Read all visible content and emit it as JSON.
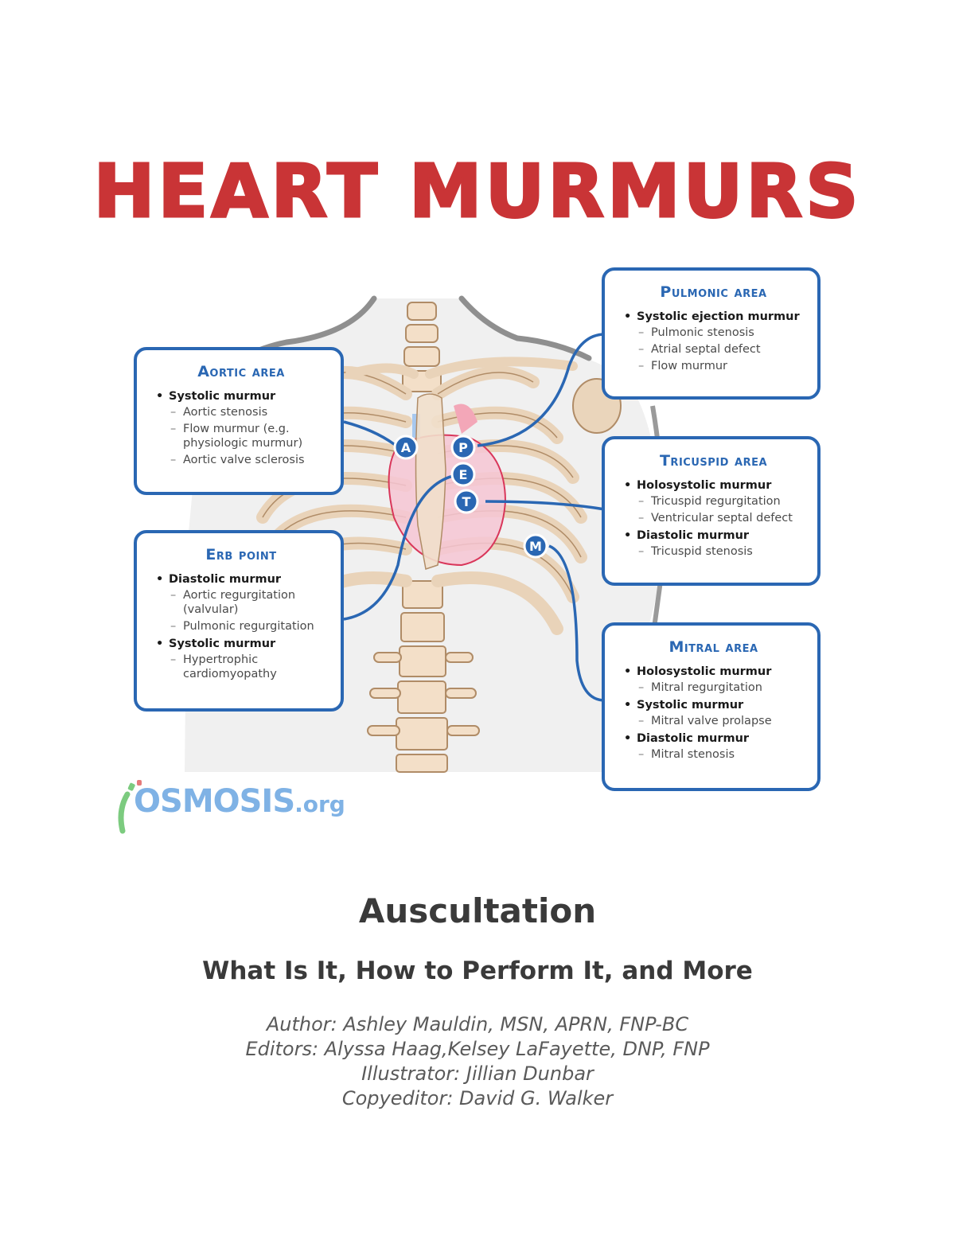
{
  "title": "HEART MURMURS",
  "colors": {
    "title_red": "#c93436",
    "accent_blue": "#2a67b3",
    "logo_blue": "#7fb2e5",
    "logo_green": "#7ccb7f",
    "logo_red": "#e57a7a",
    "heading_gray": "#3a3a3a",
    "credit_gray": "#5a5a5a"
  },
  "figure": {
    "markers": [
      {
        "letter": "A",
        "label": "Aortic area"
      },
      {
        "letter": "P",
        "label": "Pulmonic area"
      },
      {
        "letter": "E",
        "label": "Erb point"
      },
      {
        "letter": "T",
        "label": "Tricuspid area"
      },
      {
        "letter": "M",
        "label": "Mitral area"
      }
    ],
    "cards": {
      "aortic": {
        "title": "Aortic area",
        "groups": [
          {
            "murmur": "Systolic murmur",
            "causes": [
              "Aortic stenosis",
              "Flow murmur (e.g. physiologic murmur)",
              "Aortic valve sclerosis"
            ]
          }
        ]
      },
      "pulmonic": {
        "title": "Pulmonic area",
        "groups": [
          {
            "murmur": "Systolic ejection murmur",
            "causes": [
              "Pulmonic stenosis",
              "Atrial septal defect",
              "Flow murmur"
            ]
          }
        ]
      },
      "tricuspid": {
        "title": "Tricuspid area",
        "groups": [
          {
            "murmur": "Holosystolic murmur",
            "causes": [
              "Tricuspid regurgitation",
              "Ventricular septal defect"
            ]
          },
          {
            "murmur": "Diastolic murmur",
            "causes": [
              "Tricuspid stenosis"
            ]
          }
        ]
      },
      "erb": {
        "title": "Erb point",
        "groups": [
          {
            "murmur": "Diastolic murmur",
            "causes": [
              "Aortic regurgitation (valvular)",
              "Pulmonic regurgitation"
            ]
          },
          {
            "murmur": "Systolic murmur",
            "causes": [
              "Hypertrophic cardiomyopathy"
            ]
          }
        ]
      },
      "mitral": {
        "title": "Mitral area",
        "groups": [
          {
            "murmur": "Holosystolic murmur",
            "causes": [
              "Mitral regurgitation"
            ]
          },
          {
            "murmur": "Systolic murmur",
            "causes": [
              "Mitral valve prolapse"
            ]
          },
          {
            "murmur": "Diastolic murmur",
            "causes": [
              "Mitral stenosis"
            ]
          }
        ]
      }
    }
  },
  "logo": {
    "main": "OSMOSIS",
    "suffix": ".org"
  },
  "heading": "Auscultation",
  "subheading": "What Is It, How to Perform It, and More",
  "credits": [
    "Author: Ashley Mauldin, MSN, APRN, FNP-BC",
    "Editors: Alyssa Haag,Kelsey LaFayette, DNP, FNP",
    "Illustrator: Jillian Dunbar",
    "Copyeditor: David G. Walker"
  ]
}
